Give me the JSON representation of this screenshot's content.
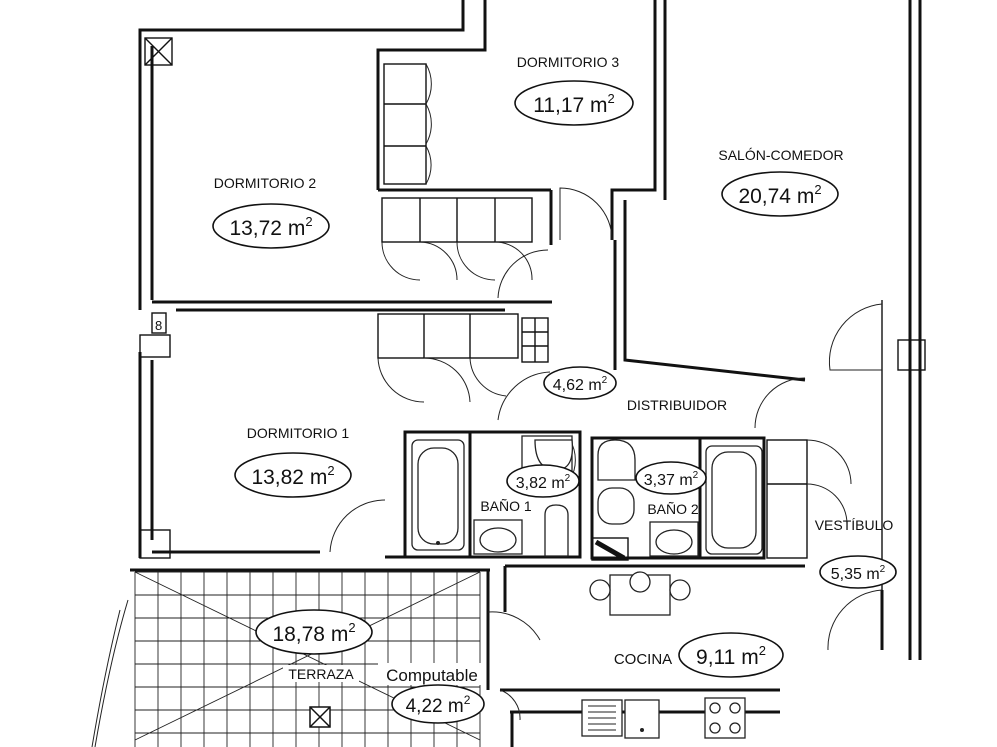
{
  "rooms": {
    "dormitorio3": {
      "name": "DORMITORIO 3",
      "area": "11,17 m",
      "sup": "2"
    },
    "salon": {
      "name": "SALÓN-COMEDOR",
      "area": "20,74 m",
      "sup": "2"
    },
    "dormitorio2": {
      "name": "DORMITORIO 2",
      "area": "13,72 m",
      "sup": "2"
    },
    "distribuidor": {
      "name": "DISTRIBUIDOR",
      "area": "4,62 m",
      "sup": "2"
    },
    "dormitorio1": {
      "name": "DORMITORIO 1",
      "area": "13,82 m",
      "sup": "2"
    },
    "bano1": {
      "name": "BAÑO 1",
      "area": "3,82 m",
      "sup": "2"
    },
    "bano2": {
      "name": "BAÑO 2",
      "area": "3,37 m",
      "sup": "2"
    },
    "vestibulo": {
      "name": "VESTÍBULO",
      "area": "5,35 m",
      "sup": "2"
    },
    "terraza": {
      "name": "TERRAZA",
      "area": "18,78 m",
      "sup": "2",
      "computable_label": "Computable",
      "computable_area": "4,22 m",
      "computable_sup": "2"
    },
    "cocina": {
      "name": "COCINA",
      "area": "9,11 m",
      "sup": "2"
    }
  },
  "colors": {
    "line": "#111111",
    "background": "#ffffff"
  }
}
